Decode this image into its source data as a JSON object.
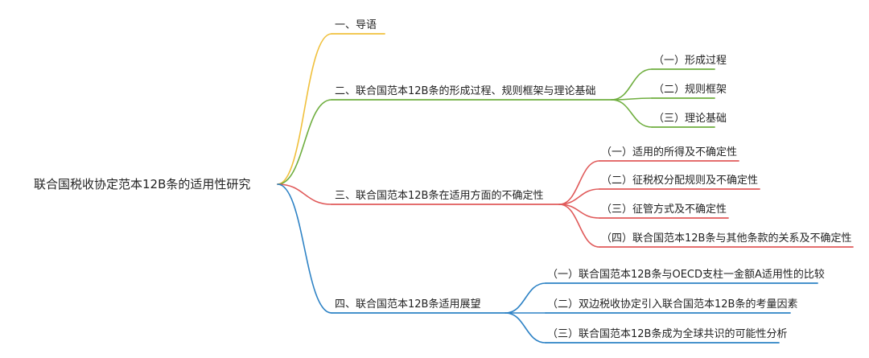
{
  "root": {
    "label": "联合国税收协定范本12B条的适用性研究"
  },
  "colors": {
    "branch1": "#f0c03c",
    "branch2": "#6fae3f",
    "branch3": "#e05a5a",
    "branch4": "#2d82c5",
    "text": "#222222"
  },
  "branches": [
    {
      "label": "一、导语",
      "color": "#f0c03c",
      "children": []
    },
    {
      "label": "二、联合国范本12B条的形成过程、规则框架与理论基础",
      "color": "#6fae3f",
      "children": [
        {
          "label": "（一）形成过程"
        },
        {
          "label": "（二）规则框架"
        },
        {
          "label": "（三）理论基础"
        }
      ]
    },
    {
      "label": "三、联合国范本12B条在适用方面的不确定性",
      "color": "#e05a5a",
      "children": [
        {
          "label": "（一）适用的所得及不确定性"
        },
        {
          "label": "（二）征税权分配规则及不确定性"
        },
        {
          "label": "（三）征管方式及不确定性"
        },
        {
          "label": "（四）联合国范本12B条与其他条款的关系及不确定性"
        }
      ]
    },
    {
      "label": "四、联合国范本12B条适用展望",
      "color": "#2d82c5",
      "children": [
        {
          "label": "（一）联合国范本12B条与OECD支柱一金额A适用性的比较"
        },
        {
          "label": "（二）双边税收协定引入联合国范本12B条的考量因素"
        },
        {
          "label": "（三）联合国范本12B条成为全球共识的可能性分析"
        }
      ]
    }
  ]
}
